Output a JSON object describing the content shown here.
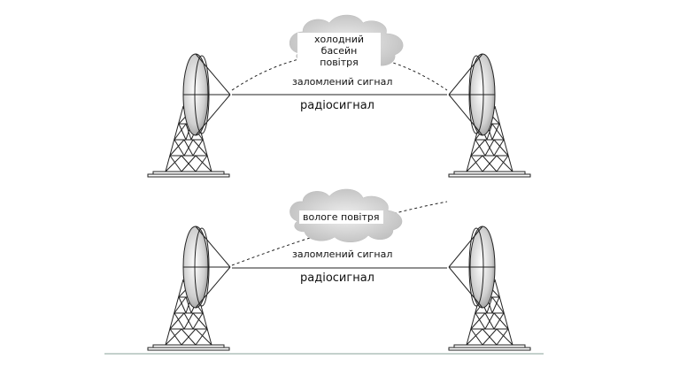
{
  "top_panel": {
    "cloud_label": "холодний басейн повітря",
    "refracted_label": "заломлений сигнал",
    "radio_label": "радіосигнал"
  },
  "bottom_panel": {
    "cloud_label": "вологе повітря",
    "refracted_label": "заломлений сигнал",
    "radio_label": "радіосигнал"
  },
  "colors": {
    "stroke": "#222222",
    "dish_fill": "#d8d8d8",
    "cloud_fill": "#dcdcdc",
    "ground": "#8aa39a"
  }
}
